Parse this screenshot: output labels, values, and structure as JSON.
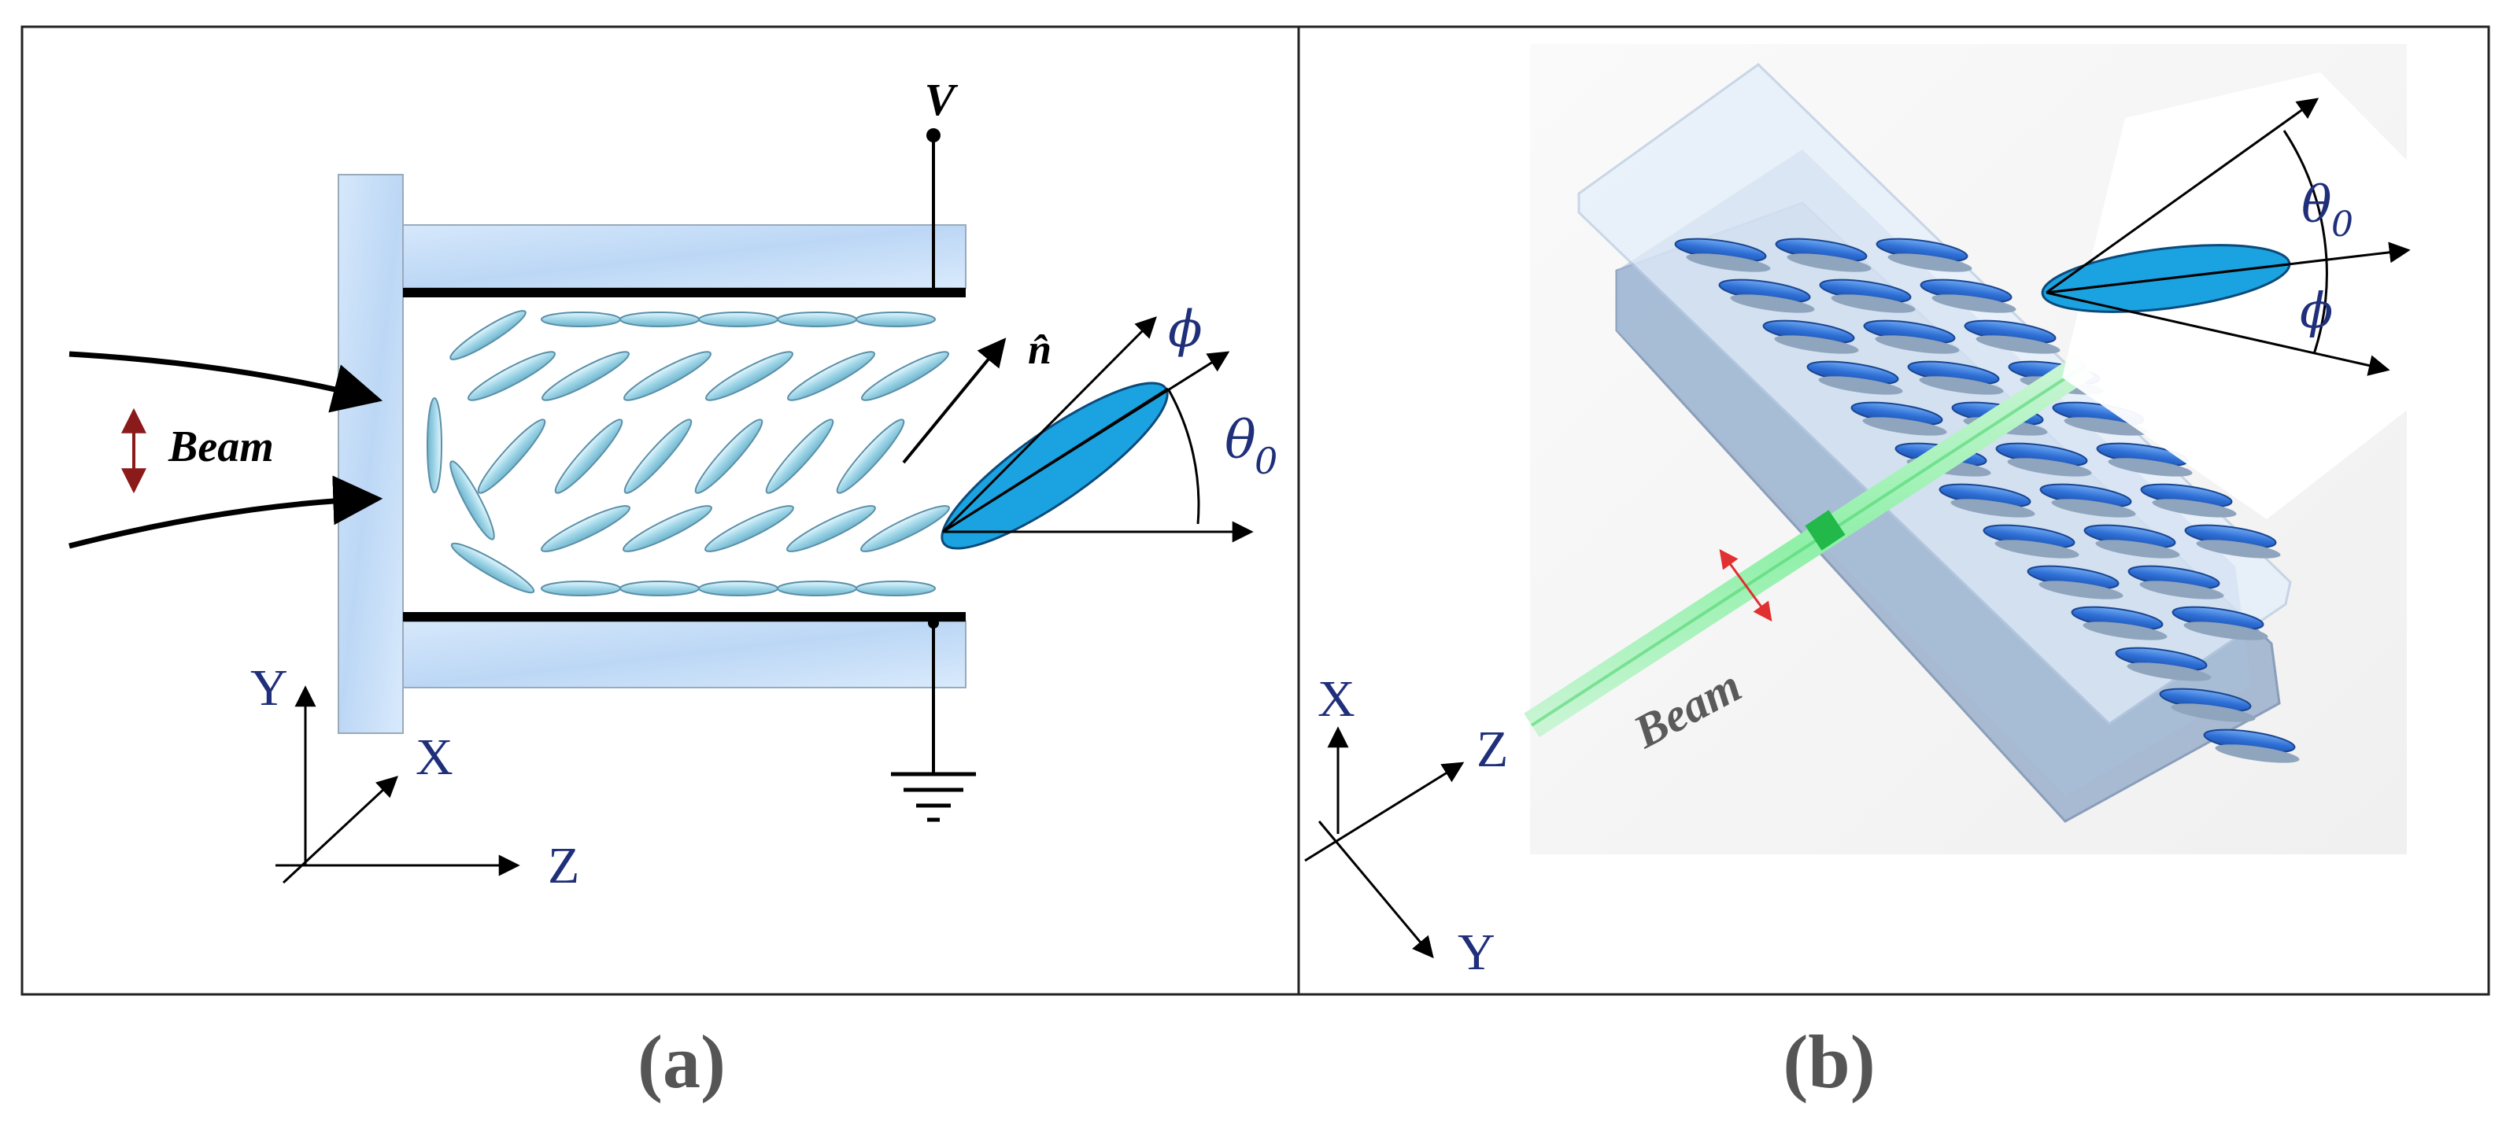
{
  "panel_a": {
    "caption": "(a)",
    "beam_label": "Beam",
    "voltage_label": "V",
    "director_label": "n̂",
    "phi_label": "ϕ",
    "theta_label": "θ",
    "theta_sub": "0",
    "axes": {
      "y": "Y",
      "x": "X",
      "z": "Z"
    }
  },
  "panel_b": {
    "caption": "(b)",
    "beam_label": "Beam",
    "phi_label": "ϕ",
    "theta_label": "θ",
    "theta_sub": "0",
    "axes": {
      "x": "X",
      "z": "Z",
      "y": "Y"
    }
  },
  "colors": {
    "text_blue": "#1f2f7a",
    "caption_gray": "#555555",
    "lc_light": "#a8dcea",
    "lc_dark_outline": "#5a8fa8",
    "ellipse_blue": "#1aa3e0",
    "glass_blue": "#c8defa",
    "beam_green": "#7fe39a",
    "arrow_red": "#8b1a1a",
    "lc_b_blue": "#2e6fd6"
  }
}
